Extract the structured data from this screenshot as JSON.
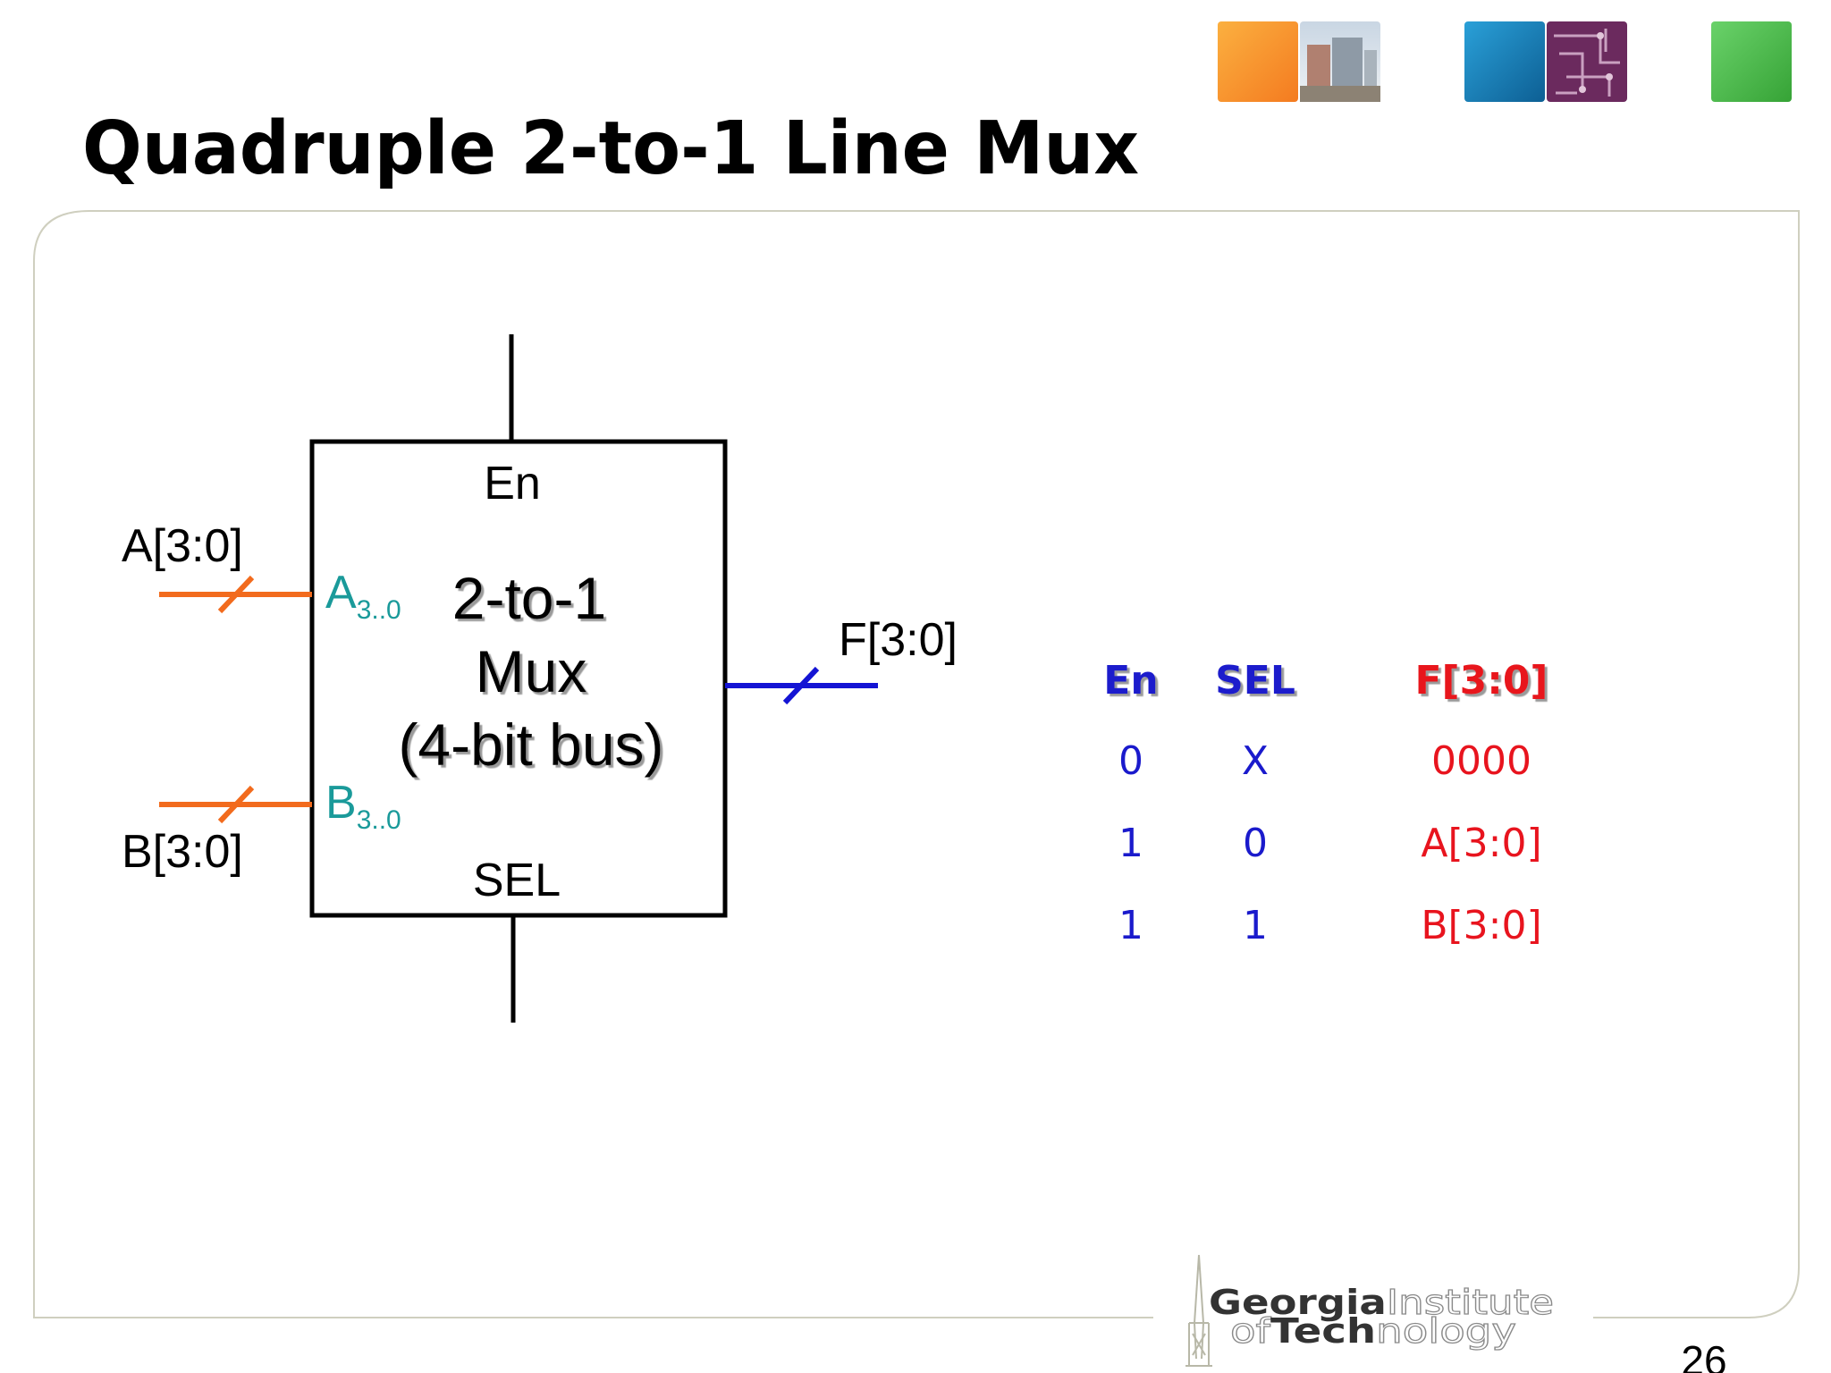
{
  "slide": {
    "title": "Quadruple 2-to-1 Line Mux",
    "page_number": "26"
  },
  "logo": {
    "line1_bold": "Georgia",
    "line1_light": "Institute",
    "line2_light_a": "of",
    "line2_bold": "Tech",
    "line2_light_b": "nology"
  },
  "header_tiles": [
    {
      "name": "orange-tile",
      "color": "#f7941d"
    },
    {
      "name": "campus-photo-tile",
      "color": "#9aa3ab"
    },
    {
      "name": "blue-tile",
      "color": "#1b7fb8"
    },
    {
      "name": "circuit-board-tile",
      "color": "#6b2a5e"
    },
    {
      "name": "green-tile",
      "color": "#4cb84c"
    }
  ],
  "diagram": {
    "input_a_label": "A[3:0]",
    "input_b_label": "B[3:0]",
    "output_label": "F[3:0]",
    "block": {
      "enable_pin": "En",
      "select_pin": "SEL",
      "a_pin_main": "A",
      "a_pin_sub": "3..0",
      "b_pin_main": "B",
      "b_pin_sub": "3..0",
      "title_line1": "2-to-1",
      "title_line2": "Mux",
      "title_line3": "(4-bit bus)"
    },
    "colors": {
      "input_bus": "#f26b1d",
      "output_bus": "#1414d4",
      "pin_labels": "#1a9a9a"
    }
  },
  "truth_table": {
    "headers": [
      "En",
      "SEL",
      "F[3:0]"
    ],
    "rows": [
      [
        "0",
        "X",
        "0000"
      ],
      [
        "1",
        "0",
        "A[3:0]"
      ],
      [
        "1",
        "1",
        "B[3:0]"
      ]
    ],
    "colors": {
      "inputs": "#1a1acc",
      "output": "#e8141e"
    }
  }
}
